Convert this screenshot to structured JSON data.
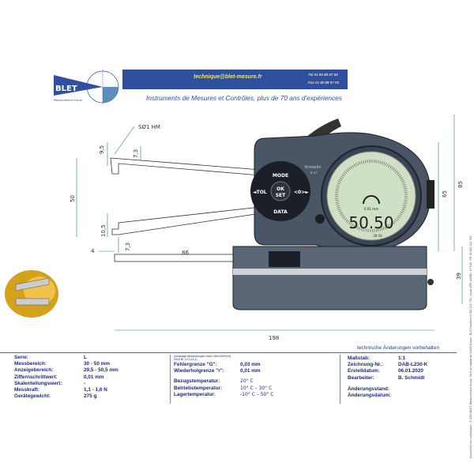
{
  "header": {
    "logo_text": "BLET",
    "logo_sub": "Measurement Group",
    "email": "technique@blet-mesure.fr",
    "tel": "Tel  01 80 88 57 83",
    "fax": "Fax 01 80 88 57 93",
    "tagline": "Instruments de Mesures et Contrôles, plus de 70 ans d'expériences"
  },
  "drawing": {
    "ball_tip": "SØ1 HM",
    "dims": {
      "d9_5": "9,5",
      "d7_3a": "7,3",
      "d50": "50",
      "d10_5": "10,5",
      "d7_3b": "7,3",
      "d86": "86",
      "d4": "4",
      "d198": "198",
      "d39": "39",
      "d65": "65",
      "d85": "85"
    },
    "gauge": {
      "brand": "Kroeplin",
      "ip": "IP 67",
      "btn_mode": "MODE",
      "btn_tol": "◄TOL",
      "btn_ok": "OK",
      "btn_set": "SET",
      "btn_zero": "<0>►",
      "btn_data": "DATA",
      "reading": "50.50",
      "resolution": "0.01 mm",
      "range": "30-50"
    }
  },
  "remark": "technische Änderungen vorbehalten",
  "spec1": [
    [
      "Serie:",
      "L"
    ],
    [
      "Messbereich:",
      "30 - 50 mm"
    ],
    [
      "Anzeigebereich:",
      "29,5 - 50,5 mm"
    ],
    [
      "Ziffernschrittwert:",
      "0,01 mm"
    ],
    [
      "Skalenteilungswert:",
      "-"
    ],
    [
      "Messkraft:",
      "1,1 - 1,6 N"
    ],
    [
      "Gerätegewicht:",
      "275 g"
    ]
  ],
  "spec2_note": "(Zulässige Abweichungen nach VDI/VDE/DGQ 2618 Bl. 12.1/13.1)",
  "spec2a": [
    [
      "Fehlergrenze \"G\":",
      "0,03 mm"
    ],
    [
      "Wiederholgrenze \"r\":",
      "0,01 mm"
    ]
  ],
  "spec2b": [
    [
      "Bezugstemperatur:",
      "20° C"
    ],
    [
      "Betriebstemperatur:",
      "10° C – 30° C"
    ],
    [
      "Lagertemperatur:",
      "-10° C – 50° C"
    ]
  ],
  "spec3a": [
    [
      "Maßstab:",
      "1:1"
    ],
    [
      "Zeichnung-Nr.:",
      "DAB-L230-K"
    ],
    [
      "Erstelldatum:",
      "06.01.2020"
    ],
    [
      "Bearbeiter:",
      "B. Schmidt"
    ]
  ],
  "spec3b": [
    [
      "Änderungsstand:",
      ""
    ],
    [
      "Änderungsdatum:",
      ""
    ]
  ],
  "legal": "Document non contractuel - © 2016 BLET Measurement Group, SAS au capital de 91200 Euros - RCS Nanterre B 562 132 753 - Code APE 4669B - N°TVA : FR 18 562 132 753"
}
